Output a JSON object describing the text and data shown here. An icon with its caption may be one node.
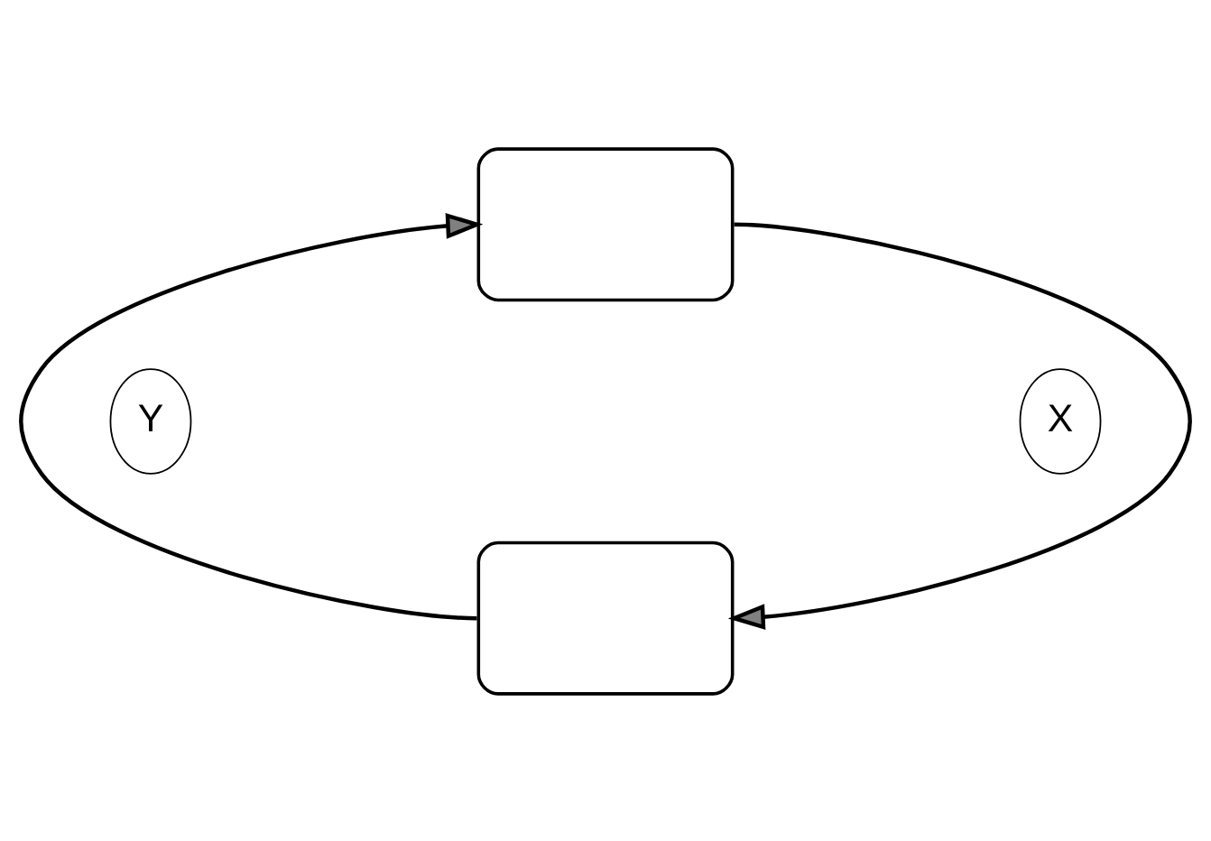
{
  "diagram": {
    "nodes": [
      {
        "text": [],
        "shape": "box"
      },
      {
        "text": [
          "Y"
        ]
      },
      {
        "text": [
          "X"
        ]
      },
      {
        "text": [],
        "shape": "box"
      }
    ],
    "edges": [
      {
        "from": 0,
        "to": 3,
        "arrow": "to"
      },
      {
        "from": 3,
        "to": 0,
        "arrow": "to"
      }
    ]
  }
}
